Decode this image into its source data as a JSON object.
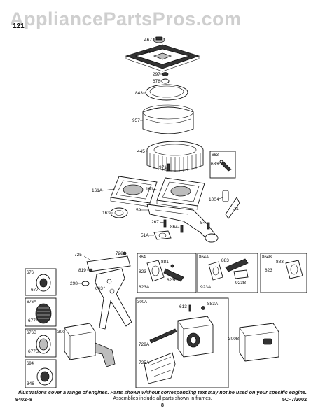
{
  "watermark": "AppliancePartsPros.com",
  "diagram_id": "121",
  "parts": [
    {
      "id": "p467",
      "label": "467"
    },
    {
      "id": "p985",
      "label": "985"
    },
    {
      "id": "p297",
      "label": "297"
    },
    {
      "id": "p678",
      "label": "678"
    },
    {
      "id": "p843",
      "label": "843"
    },
    {
      "id": "p957",
      "label": "957"
    },
    {
      "id": "p445",
      "label": "445"
    },
    {
      "id": "p971",
      "label": "971"
    },
    {
      "id": "p633",
      "label": "633"
    },
    {
      "id": "p161A",
      "label": "161A"
    },
    {
      "id": "p161",
      "label": "161"
    },
    {
      "id": "p1004",
      "label": "1004"
    },
    {
      "id": "p59",
      "label": "59"
    },
    {
      "id": "p11",
      "label": "11"
    },
    {
      "id": "p163",
      "label": "163"
    },
    {
      "id": "p267",
      "label": "267"
    },
    {
      "id": "p54",
      "label": "54"
    },
    {
      "id": "p864",
      "label": "864"
    },
    {
      "id": "p51A",
      "label": "51A"
    },
    {
      "id": "p725",
      "label": "725"
    },
    {
      "id": "p728",
      "label": "728"
    },
    {
      "id": "p819",
      "label": "819"
    },
    {
      "id": "p298",
      "label": "298"
    },
    {
      "id": "p663",
      "label": "663"
    },
    {
      "id": "p881",
      "label": "881"
    },
    {
      "id": "p823",
      "label": "823"
    },
    {
      "id": "p823B",
      "label": "823B"
    },
    {
      "id": "p823A",
      "label": "823A"
    },
    {
      "id": "p883",
      "label": "883"
    },
    {
      "id": "p923B",
      "label": "923B"
    },
    {
      "id": "p923A",
      "label": "923A"
    },
    {
      "id": "p864B_883",
      "label": "883"
    },
    {
      "id": "p864B_823",
      "label": "823"
    },
    {
      "id": "p676",
      "label": "676"
    },
    {
      "id": "p676A",
      "label": "676A"
    },
    {
      "id": "p676B",
      "label": "676B"
    },
    {
      "id": "p677",
      "label": "677"
    },
    {
      "id": "p677A",
      "label": "677A"
    },
    {
      "id": "p677B",
      "label": "677B"
    },
    {
      "id": "p694",
      "label": "694"
    },
    {
      "id": "p346",
      "label": "346"
    },
    {
      "id": "p300",
      "label": "300"
    },
    {
      "id": "p300A_613",
      "label": "613"
    },
    {
      "id": "p883A",
      "label": "883A"
    },
    {
      "id": "p729A",
      "label": "729A"
    },
    {
      "id": "p725A",
      "label": "725A"
    },
    {
      "id": "p300B",
      "label": "300B"
    }
  ],
  "frames": {
    "f663": "663",
    "f864": "864",
    "f864A": "864A",
    "f864B": "864B",
    "f676": "676",
    "f676A": "676A",
    "f676B": "676B",
    "f694": "694",
    "f300A": "300A"
  },
  "footer": {
    "note": "Illustrations cover a range of engines. Parts shown without corresponding text may not be used on your specific engine.",
    "left": "9402–8",
    "center": "Assemblies include all parts shown in frames.",
    "right": "5C–7/2002",
    "page": "8"
  }
}
